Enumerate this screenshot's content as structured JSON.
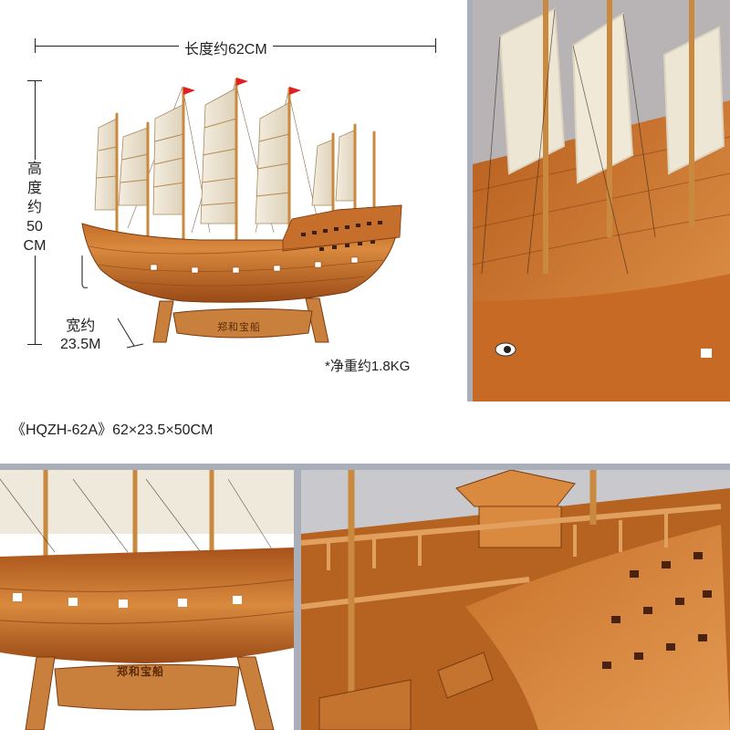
{
  "dimensions": {
    "length": "长度约62CM",
    "height_lines": [
      "高",
      "度",
      "约",
      "50",
      "CM"
    ],
    "width_lines": [
      "宽约",
      "23.5M"
    ],
    "net_weight": "*净重约1.8KG"
  },
  "model_caption": "《HQZH-62A》62×23.5×50CM",
  "stand_label": "郑和宝船",
  "colors": {
    "hull": "#c8702a",
    "hull_dark": "#8a4213",
    "sail": "#eee5d2",
    "flag": "#e02020"
  }
}
